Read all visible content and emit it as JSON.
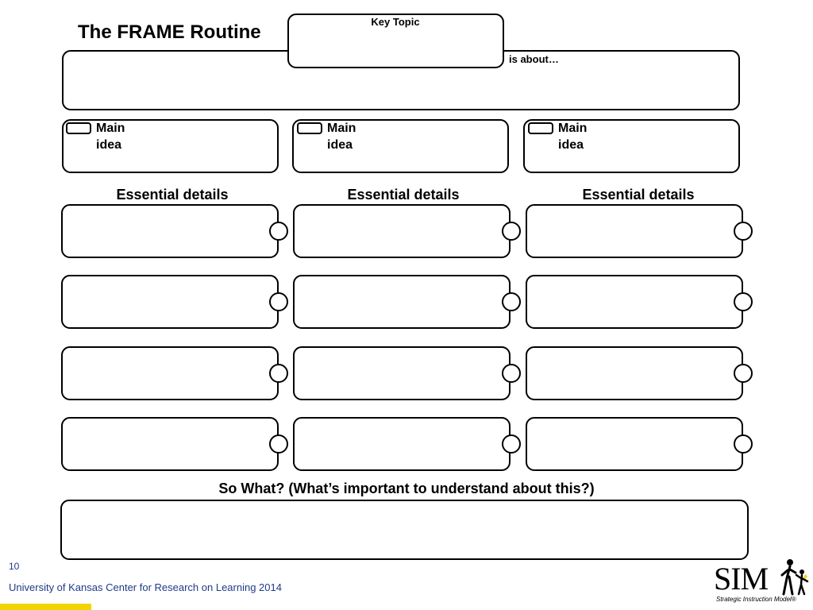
{
  "title": "The FRAME Routine",
  "key_topic": {
    "label": "Key Topic",
    "value": ""
  },
  "is_about": {
    "label": "is about…",
    "value": ""
  },
  "main_ideas": [
    {
      "label": "Main idea",
      "line1": "Main",
      "line2": "idea"
    },
    {
      "label": "Main idea",
      "line1": "Main",
      "line2": "idea"
    },
    {
      "label": "Main idea",
      "line1": "Main",
      "line2": "idea"
    }
  ],
  "essential_details_heading": "Essential details",
  "so_what": {
    "label": "So What? (What’s important to understand about this?)",
    "value": ""
  },
  "footer": {
    "page_number": "10",
    "credit": "University of Kansas Center for Research on Learning  2014"
  },
  "logo": {
    "word": "SIM",
    "tagline": "Strategic Instruction Model®"
  },
  "colors": {
    "border": "#000000",
    "footer_text": "#1f3a8a",
    "accent_bar": "#f2d500"
  }
}
